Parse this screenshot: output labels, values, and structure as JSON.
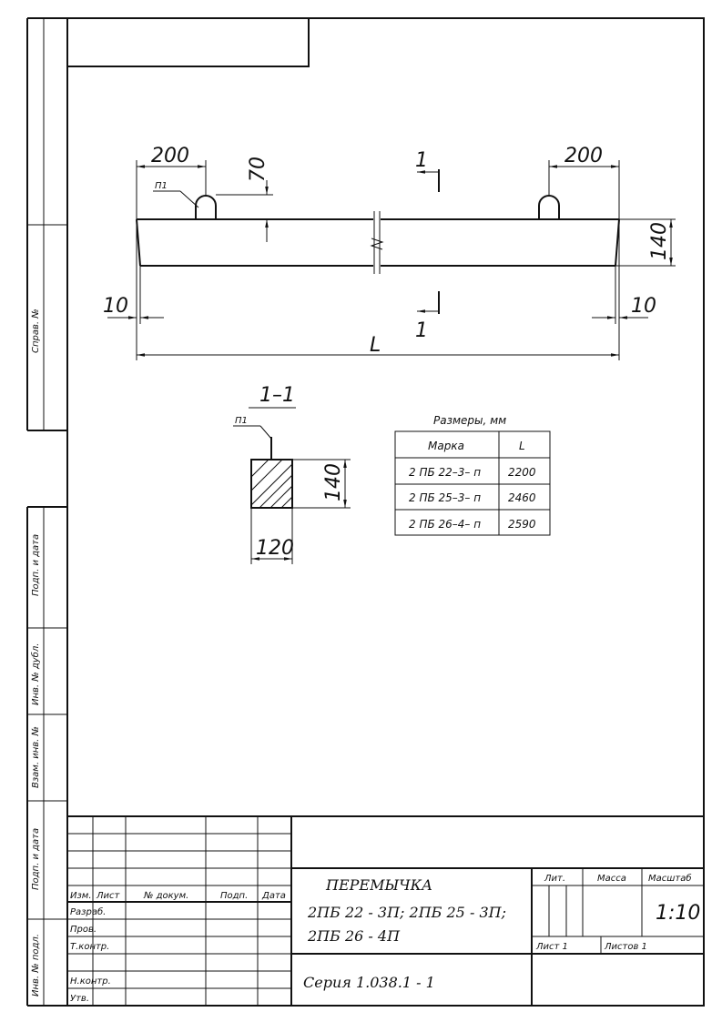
{
  "drawing": {
    "dims": {
      "left_end": "200",
      "right_end": "200",
      "loop_height": "70",
      "section_mark_top": "1",
      "section_mark_bottom": "1",
      "beam_height": "140",
      "left_offset": "10",
      "right_offset": "10",
      "length": "L"
    },
    "loop_label": "П1",
    "section": {
      "title": "1–1",
      "loop_label": "П1",
      "height": "140",
      "width": "120"
    }
  },
  "sizes_table": {
    "caption": "Размеры, мм",
    "headers": [
      "Марка",
      "L"
    ],
    "rows": [
      [
        "2 ПБ 22–3– п",
        "2200"
      ],
      [
        "2 ПБ 25–3– п",
        "2460"
      ],
      [
        "2 ПБ 26–4– п",
        "2590"
      ]
    ]
  },
  "side_stamp": {
    "sprav": "Справ. №",
    "podp_data_1": "Подп. и дата",
    "inv_dubl": "Инв. № дубл.",
    "vzam_inv": "Взам. инв. №",
    "podp_data_2": "Подп. и дата",
    "inv_podl": "Инв. № подл."
  },
  "title_block": {
    "headers": [
      "Изм.",
      "Лист",
      "№ докум.",
      "Подп.",
      "Дата"
    ],
    "roles": [
      "Разраб.",
      "Пров.",
      "Т.контр.",
      "",
      "Н.контр.",
      "Утв."
    ],
    "title_line1": "ПЕРЕМЫЧКА",
    "title_line2": "2ПБ 22 - 3П; 2ПБ 25 - 3П;",
    "title_line3": "2ПБ 26 - 4П",
    "series": "Серия 1.038.1 - 1",
    "lit_label": "Лит.",
    "mass_label": "Масса",
    "scale_label": "Масштаб",
    "scale_value": "1:10",
    "sheet_label": "Лист 1",
    "sheets_label": "Листов 1"
  }
}
